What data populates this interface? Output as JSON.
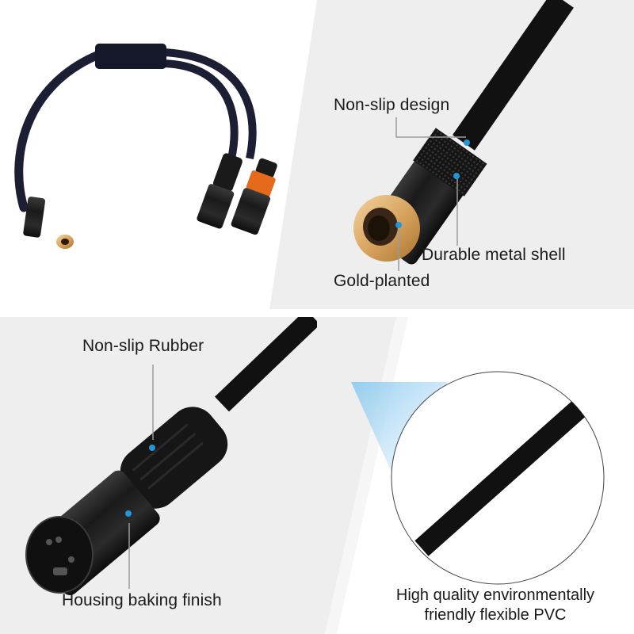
{
  "product": {
    "type": "3.5mm female to dual XLR male Y-splitter cable",
    "colors": {
      "background": "#ffffff",
      "panel_gray": "#eeeeee",
      "callout_dot": "#2196d8",
      "leader_line": "#9a9a9a",
      "cable_navy": "#1c1f33",
      "connector_black": "#1a1a1a",
      "gold_tip": "#d9a560",
      "orange_ring": "#e56a1c",
      "highlight_blue": "#bfe1f5"
    }
  },
  "panels": {
    "overview": {
      "subject": "full splitter cable with 3.5mm female jack and two XLR male plugs (one orange ring)"
    },
    "female_jack": {
      "labels": {
        "non_slip": "Non-slip design",
        "shell": "Durable metal shell",
        "gold": "Gold-planted"
      }
    },
    "xlr_plug": {
      "labels": {
        "rubber": "Non-slip Rubber",
        "housing": "Housing baking finish"
      }
    },
    "pvc_detail": {
      "caption_line1": "High quality environmentally",
      "caption_line2": "friendly flexible PVC"
    }
  }
}
